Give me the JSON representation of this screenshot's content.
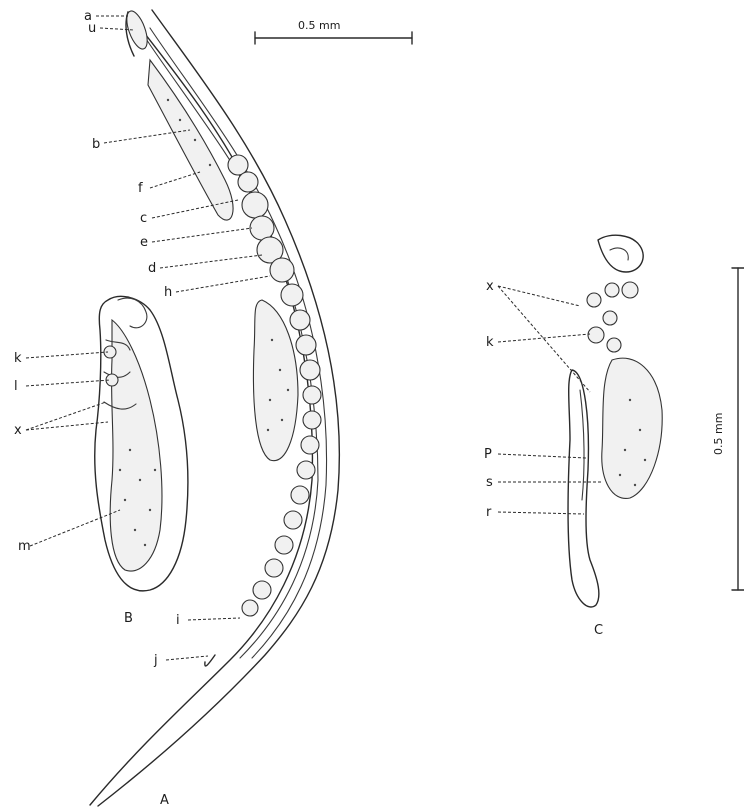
{
  "scale_bars": {
    "top": "0.5 mm",
    "right": "0.5 mm"
  },
  "panels": {
    "a": "A",
    "b": "B",
    "c": "C"
  },
  "labels": {
    "a": "a",
    "u": "u",
    "b": "b",
    "f": "f",
    "c": "c",
    "e": "e",
    "d": "d",
    "h": "h",
    "i": "i",
    "j": "j",
    "k_b": "k",
    "l_b": "l",
    "x_b": "x",
    "m": "m",
    "x_c": "x",
    "k_c": "k",
    "p": "P",
    "s": "s",
    "r": "r"
  }
}
